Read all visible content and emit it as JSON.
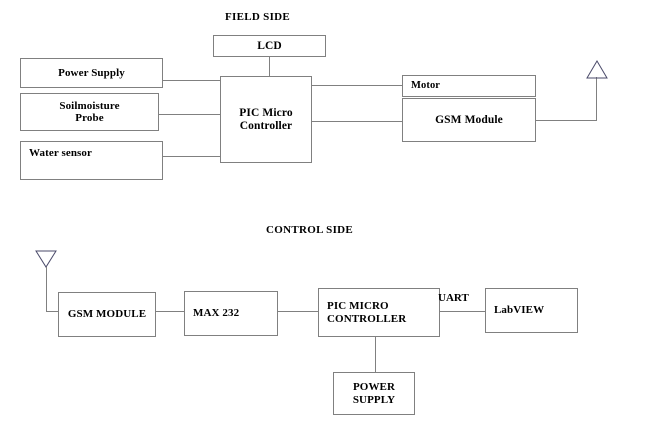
{
  "diagram": {
    "sections": [
      {
        "id": "field",
        "title": "FIELD SIDE"
      },
      {
        "id": "control",
        "title": "CONTROL SIDE"
      }
    ],
    "field_side": {
      "title": "FIELD SIDE",
      "blocks": {
        "lcd": "LCD",
        "power_supply": "Power Supply",
        "soilmoisture_probe": "Soilmoisture\nProbe",
        "water_sensor": "Water sensor",
        "pic_micro_controller": "PIC Micro\nController",
        "motor": "Motor",
        "gsm_module": "GSM Module"
      },
      "antenna": "antenna-up"
    },
    "control_side": {
      "title": "CONTROL SIDE",
      "blocks": {
        "gsm_module": "GSM MODULE",
        "max232": "MAX 232",
        "pic_micro_controller": "PIC MICRO\nCONTROLLER",
        "labview": "LabVIEW",
        "power_supply": "POWER\nSUPPLY"
      },
      "labels": {
        "uart": "UART"
      },
      "antenna": "antenna-down"
    },
    "colors": {
      "background": "#ffffff",
      "box_border": "#808080",
      "wire": "#808080",
      "text": "#000000"
    }
  }
}
